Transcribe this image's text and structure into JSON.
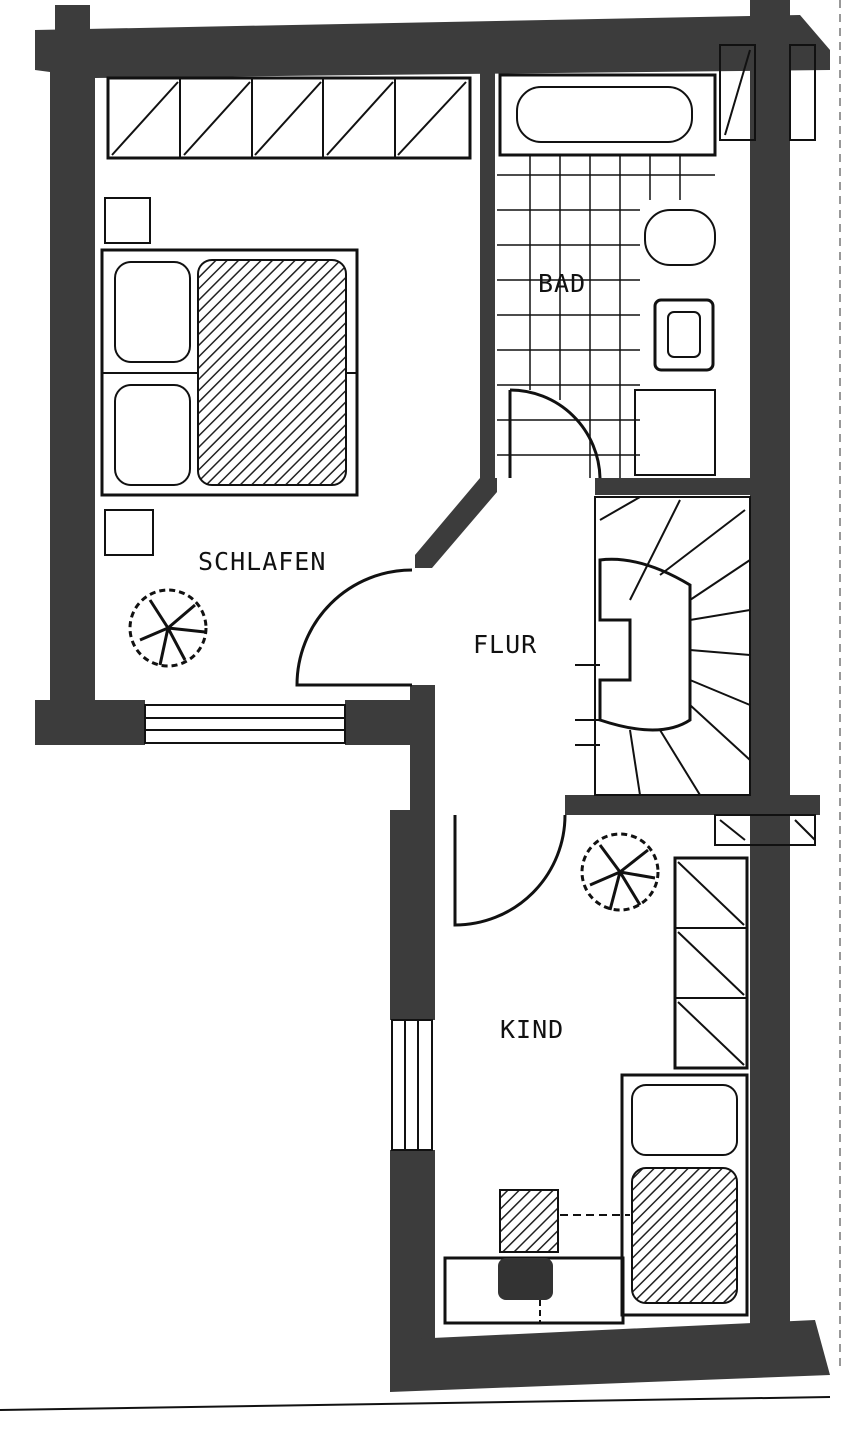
{
  "plan": {
    "rooms": [
      {
        "id": "schlafen",
        "label": "SCHLAFEN"
      },
      {
        "id": "bad",
        "label": "BAD"
      },
      {
        "id": "flur",
        "label": "FLUR"
      },
      {
        "id": "kind",
        "label": "KIND"
      }
    ]
  },
  "colors": {
    "wall": "#3c3c3c",
    "line": "#111111",
    "background": "#ffffff"
  }
}
